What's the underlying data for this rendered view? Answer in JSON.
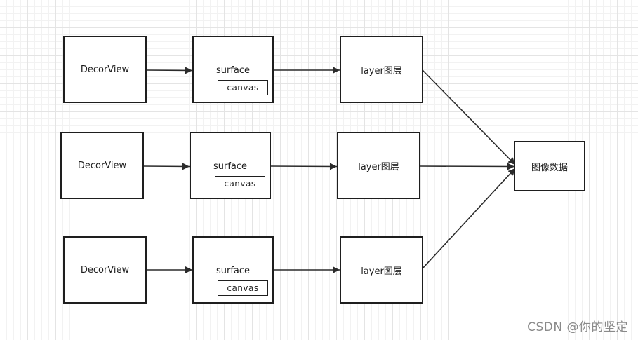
{
  "rows": [
    {
      "decorview": "DecorView",
      "surface": "surface",
      "canvas": "canvas",
      "layer": "layer图层"
    },
    {
      "decorview": "DecorView",
      "surface": "surface",
      "canvas": "canvas",
      "layer": "layer图层"
    },
    {
      "decorview": "DecorView",
      "surface": "surface",
      "canvas": "canvas",
      "layer": "layer图层"
    }
  ],
  "target": "图像数据",
  "watermark": "CSDN @你的坚定"
}
